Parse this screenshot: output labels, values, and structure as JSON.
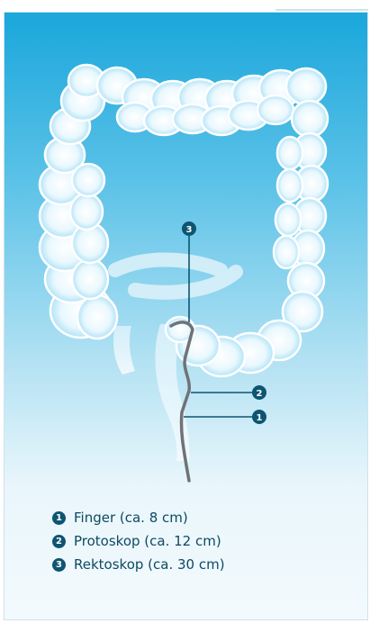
{
  "colors": {
    "background_top": "#1aa7db",
    "background_bottom": "#f3fafd",
    "callout": "#0d5571",
    "instrument": "#6f7377",
    "intestine_fill": "#e8f7fd",
    "intestine_outline": "#ffffff"
  },
  "callouts": [
    {
      "number": "1"
    },
    {
      "number": "2"
    },
    {
      "number": "3"
    }
  ],
  "legend": [
    {
      "number": "1",
      "text": "Finger (ca. 8 cm)"
    },
    {
      "number": "2",
      "text": "Protoskop (ca. 12 cm)"
    },
    {
      "number": "3",
      "text": "Rektoskop (ca. 30 cm)"
    }
  ]
}
